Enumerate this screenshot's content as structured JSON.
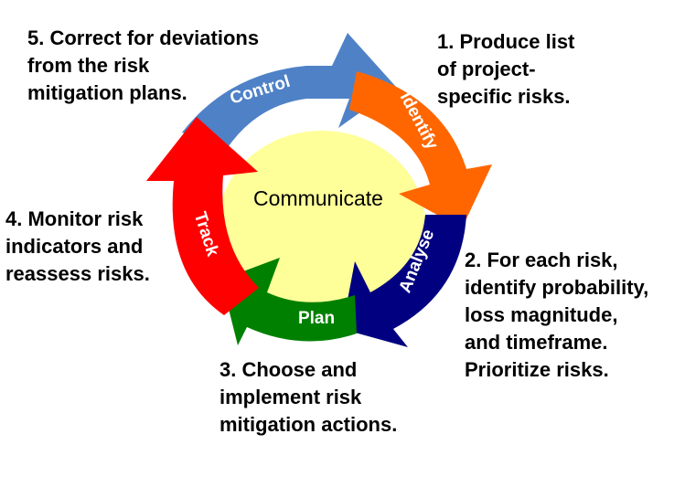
{
  "cycle": {
    "center": {
      "label": "Communicate",
      "color": "#FFFF99"
    },
    "segments": [
      {
        "id": "control",
        "label": "Control",
        "color": "#4F81C7"
      },
      {
        "id": "identify",
        "label": "Identify",
        "color": "#FF6600"
      },
      {
        "id": "analyse",
        "label": "Analyse",
        "color": "#000080"
      },
      {
        "id": "plan",
        "label": "Plan",
        "color": "#008000"
      },
      {
        "id": "track",
        "label": "Track",
        "color": "#FF0000"
      }
    ]
  },
  "notes": {
    "identify": "1. Produce list\nof project-\nspecific risks.",
    "analyse": "2. For each risk,\nidentify probability,\nloss magnitude,\nand timeframe.\nPrioritize risks.",
    "plan": "3. Choose and\nimplement risk\nmitigation actions.",
    "track": "4. Monitor risk\nindicators and\nreassess risks.",
    "control": "5. Correct for deviations\nfrom the risk\nmitigation plans."
  }
}
